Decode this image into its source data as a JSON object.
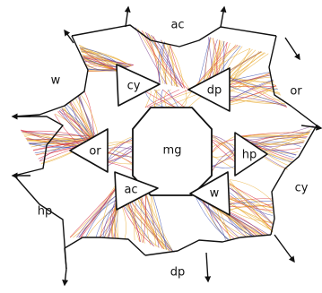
{
  "diagram": {
    "center": {
      "label": "mg"
    },
    "outer_nodes": [
      {
        "id": "ac-top",
        "label": "ac"
      },
      {
        "id": "or-right",
        "label": "or"
      },
      {
        "id": "cy-right",
        "label": "cy"
      },
      {
        "id": "dp-bottom",
        "label": "dp"
      },
      {
        "id": "hp-left",
        "label": "hp"
      },
      {
        "id": "w-left",
        "label": "w"
      }
    ],
    "inner_nodes": [
      {
        "id": "cy-inner",
        "label": "cy"
      },
      {
        "id": "dp-inner",
        "label": "dp"
      },
      {
        "id": "hp-inner",
        "label": "hp"
      },
      {
        "id": "w-inner",
        "label": "w"
      },
      {
        "id": "ac-inner",
        "label": "ac"
      },
      {
        "id": "or-inner",
        "label": "or"
      }
    ],
    "edge_colors": {
      "gold": "#e8a92c",
      "red": "#d8283a",
      "blue": "#3b4fb0",
      "purple": "#7a3d8c",
      "outline": "#111111"
    }
  }
}
